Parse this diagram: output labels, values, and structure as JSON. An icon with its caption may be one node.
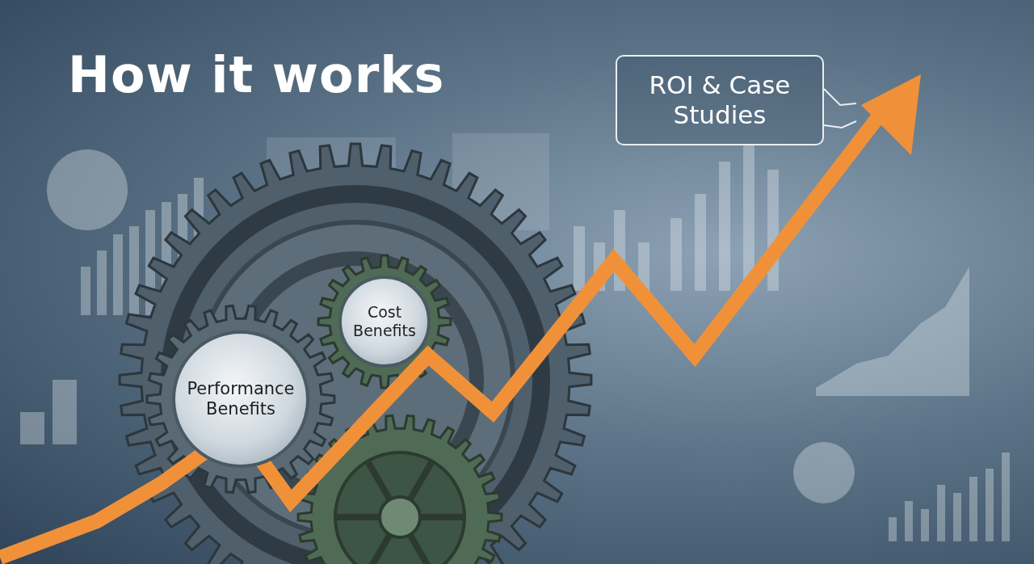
{
  "diagram": {
    "title": "How it works",
    "nodes": [
      {
        "text": [
          "Performance Benefits"
        ]
      },
      {
        "text": [
          "Cost Benefits"
        ]
      },
      {
        "text": [
          "ROI & Case Studies"
        ]
      }
    ]
  }
}
